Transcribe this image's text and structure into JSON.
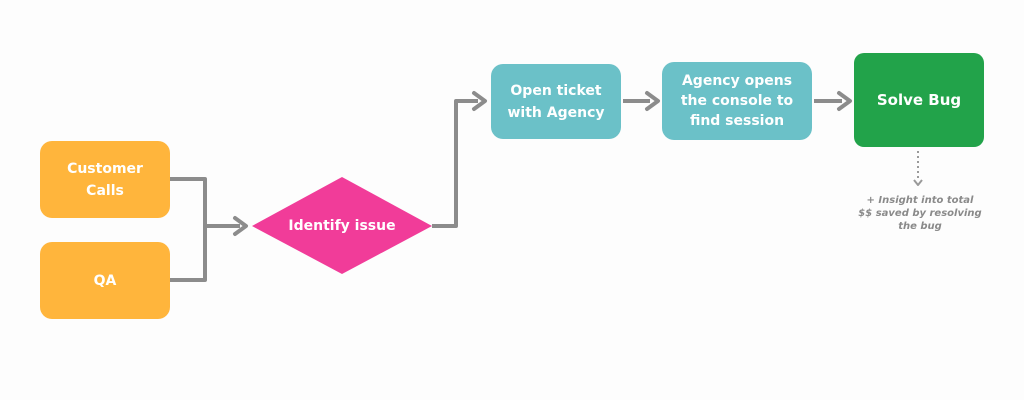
{
  "diagram": {
    "nodes": {
      "customer_calls": "Customer Calls",
      "qa": "QA",
      "identify_issue": "Identify issue",
      "open_ticket": "Open ticket with Agency",
      "agency_console": "Agency opens the console to find session",
      "solve_bug": "Solve Bug"
    },
    "note": "+ Insight into total $$ saved by resolving the bug",
    "colors": {
      "source_nodes": "#ffb53c",
      "decision_node": "#f13c99",
      "process_nodes": "#6bc1c8",
      "outcome_node": "#22a34a",
      "connector": "#8c8c8c",
      "note_text": "#8a8a8a"
    }
  }
}
